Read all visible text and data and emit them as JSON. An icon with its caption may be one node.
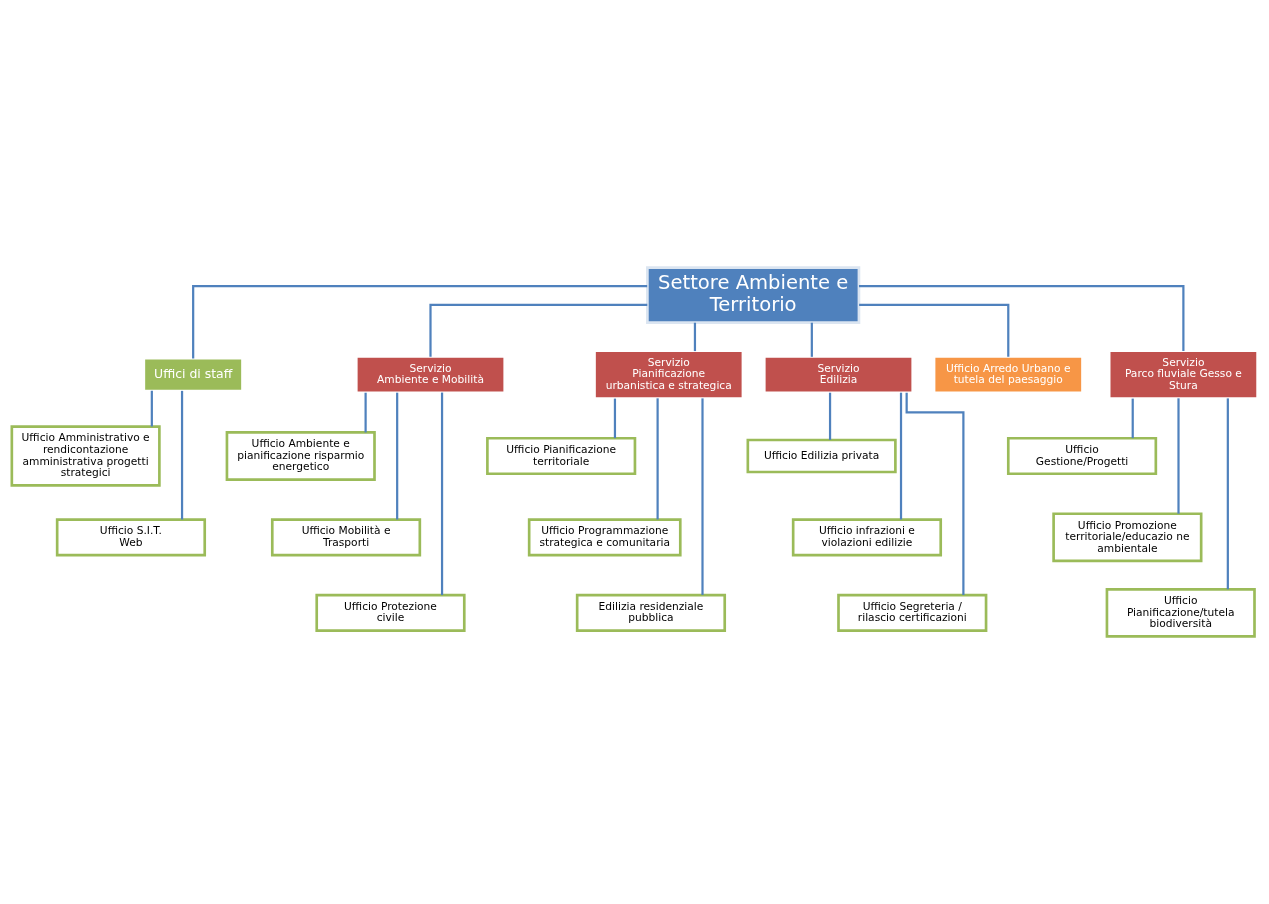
{
  "diagram": {
    "nodes": [
      {
        "text": [
          "Settore Ambiente e Territorio"
        ]
      },
      {
        "text": [
          "Uffici di staff"
        ]
      },
      {
        "text": [
          "Ufficio Amministrativo e rendicontazione amministrativa progetti strategici"
        ]
      },
      {
        "text": [
          "Ufficio S.I.T.",
          "Web"
        ]
      },
      {
        "text": [
          "Servizio",
          "Ambiente e Mobilità"
        ]
      },
      {
        "text": [
          "Servizio",
          "Pianificazione urbanistica e strategica"
        ]
      },
      {
        "text": [
          "Servizio",
          "Edilizia"
        ]
      },
      {
        "text": [
          "Ufficio Arredo Urbano e tutela del paesaggio"
        ]
      },
      {
        "text": [
          "Servizio",
          "Parco fluviale Gesso e Stura"
        ]
      },
      {
        "text": [
          "Ufficio Ambiente e pianificazione risparmio energetico"
        ]
      },
      {
        "text": [
          "Ufficio Mobilità e Trasporti"
        ]
      },
      {
        "text": [
          "Ufficio Protezione civile"
        ]
      },
      {
        "text": [
          "Ufficio Pianificazione territoriale"
        ]
      },
      {
        "text": [
          "Ufficio Programmazione strategica e comunitaria"
        ]
      },
      {
        "text": [
          "Edilizia residenziale pubblica"
        ]
      },
      {
        "text": [
          "Ufficio Edilizia privata"
        ]
      },
      {
        "text": [
          "Ufficio infrazioni e violazioni edilizie"
        ]
      },
      {
        "text": [
          "Ufficio Segreteria / rilascio certificazioni"
        ]
      },
      {
        "text": [
          "Ufficio Gestione/Progetti"
        ]
      },
      {
        "text": [
          "Ufficio Promozione territoriale/educazio ne ambientale"
        ]
      },
      {
        "text": [
          "Ufficio Pianificazione/tutela biodiversità"
        ]
      }
    ],
    "edges": [
      {
        "from": 0,
        "to": 1,
        "arrow": "none"
      },
      {
        "from": 1,
        "to": 2,
        "arrow": "none"
      },
      {
        "from": 1,
        "to": 3,
        "arrow": "none"
      },
      {
        "from": 0,
        "to": 4,
        "arrow": "none"
      },
      {
        "from": 0,
        "to": 5,
        "arrow": "none"
      },
      {
        "from": 0,
        "to": 6,
        "arrow": "none"
      },
      {
        "from": 0,
        "to": 7,
        "arrow": "none"
      },
      {
        "from": 0,
        "to": 8,
        "arrow": "none"
      },
      {
        "from": 4,
        "to": 9,
        "arrow": "none"
      },
      {
        "from": 4,
        "to": 10,
        "arrow": "none"
      },
      {
        "from": 4,
        "to": 11,
        "arrow": "none"
      },
      {
        "from": 5,
        "to": 12,
        "arrow": "none"
      },
      {
        "from": 5,
        "to": 13,
        "arrow": "none"
      },
      {
        "from": 5,
        "to": 14,
        "arrow": "none"
      },
      {
        "from": 6,
        "to": 15,
        "arrow": "none"
      },
      {
        "from": 6,
        "to": 16,
        "arrow": "none"
      },
      {
        "from": 6,
        "to": 17,
        "arrow": "none"
      },
      {
        "from": 8,
        "to": 18,
        "arrow": "none"
      },
      {
        "from": 8,
        "to": 19,
        "arrow": "none"
      },
      {
        "from": 8,
        "to": 20,
        "arrow": "none"
      }
    ]
  }
}
